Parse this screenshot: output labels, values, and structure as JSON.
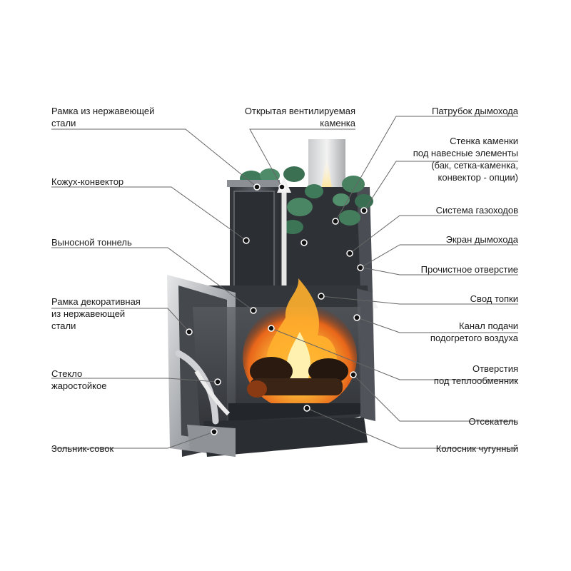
{
  "labels": {
    "frame_steel": [
      "Рамка из нержавеющей",
      "стали"
    ],
    "open_stones": [
      "Открытая вентилируемая",
      "каменка"
    ],
    "flue_pipe": [
      "Патрубок дымохода"
    ],
    "stone_wall": [
      "Стенка каменки",
      "под навесные элементы",
      "(бак, сетка-каменка,",
      "конвектор - опции)"
    ],
    "casing": [
      "Кожух-конвектор"
    ],
    "gas_system": [
      "Система газоходов"
    ],
    "tunnel": [
      "Выносной тоннель"
    ],
    "flue_screen": [
      "Экран дымохода"
    ],
    "clean_hole": [
      "Прочистное отверстие"
    ],
    "deco_frame": [
      "Рамка декоративная",
      "из нержавеющей",
      "стали"
    ],
    "firebox_arch": [
      "Свод топки"
    ],
    "air_channel": [
      "Канал подачи",
      "подогретого воздуха"
    ],
    "glass": [
      "Стекло",
      "жаростойкое"
    ],
    "hx_holes": [
      "Отверстия",
      "под теплообменник"
    ],
    "cutoff": [
      "Отсекатель"
    ],
    "ash_pan": [
      "Зольник-совок"
    ],
    "grate": [
      "Колосник чугунный"
    ]
  },
  "colors": {
    "metal_dark": "#3a3d42",
    "metal_mid": "#6b6f75",
    "metal_light": "#b9bcc0",
    "stone": "#3f7a5a",
    "flame": "#f29b1d",
    "leader": "#555555"
  }
}
